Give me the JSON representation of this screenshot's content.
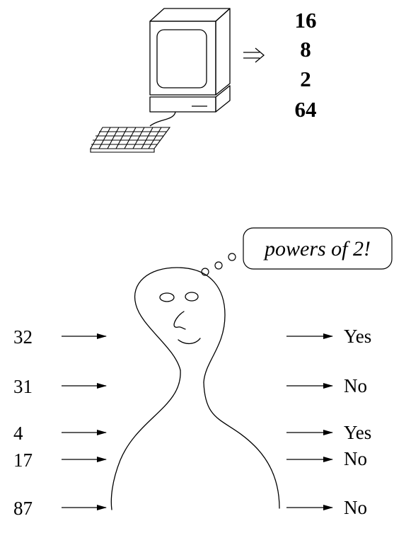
{
  "computer_output": {
    "values": [
      "16",
      "8",
      "2",
      "64"
    ]
  },
  "thought_bubble": {
    "text": "powers of 2!"
  },
  "classifier": {
    "inputs": [
      "32",
      "31",
      "4",
      "17",
      "87"
    ],
    "outputs": [
      "Yes",
      "No",
      "Yes",
      "No",
      "No"
    ]
  },
  "colors": {
    "ink": "#000000",
    "background": "#ffffff"
  }
}
